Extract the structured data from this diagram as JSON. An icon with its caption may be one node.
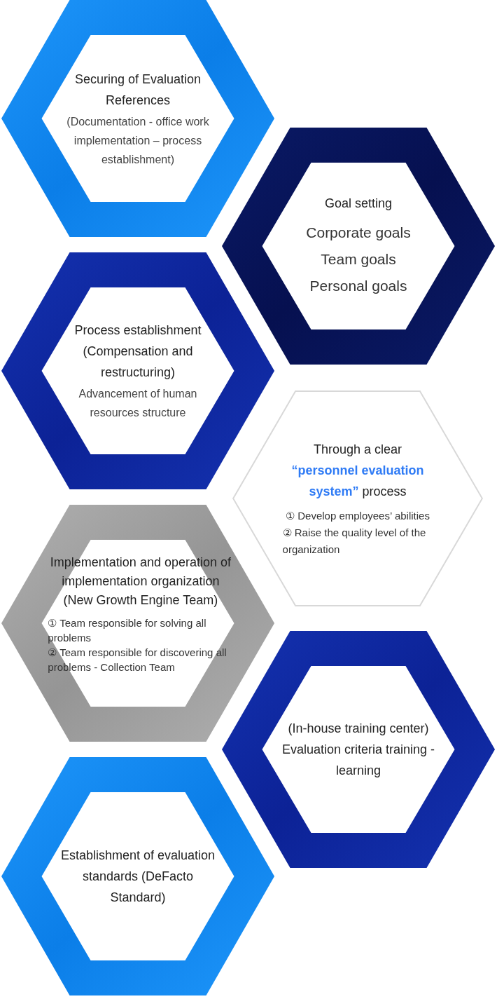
{
  "diagram": {
    "nodes": [
      {
        "text": [
          "Securing of Evaluation References",
          "(Documentation - office work implementation – process establishment)"
        ]
      },
      {
        "text": [
          "Goal setting",
          "Corporate goals",
          "Team goals",
          "Personal goals"
        ]
      },
      {
        "text": [
          "Process establishment (Compensation and restructuring)",
          "Advancement of human resources structure"
        ]
      },
      {
        "text": [
          "Through a clear **“personnel evaluation system”** process",
          "① Develop employees’ abilities",
          "② Raise the quality level of the organization"
        ]
      },
      {
        "text": [
          "Implementation and operation of implementation organization (New Growth Engine Team)",
          "① Team responsible for solving all problems",
          "② Team responsible for discovering all problems - Collection Team"
        ]
      },
      {
        "text": [
          "(In-house training center) Evaluation criteria training - learning"
        ]
      },
      {
        "text": [
          "Establishment of evaluation standards (DeFacto Standard)"
        ]
      }
    ]
  }
}
